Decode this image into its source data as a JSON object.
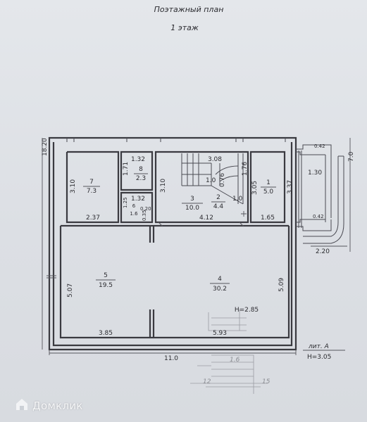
{
  "header": {
    "title": "Поэтажный план",
    "subtitle": "1 этаж"
  },
  "rooms": [
    {
      "number": "7",
      "area": "7.3"
    },
    {
      "number": "8",
      "area": "2.3"
    },
    {
      "number": "6",
      "area": "1.6"
    },
    {
      "number": "3",
      "area": "10.0"
    },
    {
      "number": "2",
      "area": "4.4"
    },
    {
      "number": "1",
      "area": "5.0"
    },
    {
      "number": "5",
      "area": "19.5"
    },
    {
      "number": "4",
      "area": "30.2"
    }
  ],
  "dimensions": {
    "overall_height": "18.20",
    "overall_width": "11.0",
    "right_total": "7.0",
    "porch_width": "2.20",
    "porch_step_1": "0.42",
    "porch_step_2": "0.42",
    "porch_depth": "1.30",
    "r7_height": "3.10",
    "r7_width": "2.37",
    "r8_width": "1.32",
    "r8_height": "1.71",
    "r6_width": "1.32",
    "r6_height": "1.25",
    "r6_small_1": "0.20",
    "r6_small_2": "0.35",
    "r3_height": "3.10",
    "r3_width": "4.12",
    "stair_width": "3.08",
    "stair_1": "1.0",
    "stair_2": "0.76",
    "stair_3": "1.76",
    "stair_4": "1.0",
    "r1_height_a": "3.05",
    "r1_height_b": "3.37",
    "r1_width": "1.65",
    "r5_height": "5.07",
    "r5_width": "3.85",
    "r4_height": "5.09",
    "r4_width": "5.93",
    "ceiling_height": "H=2.85"
  },
  "stamp": {
    "liter": "лит. А",
    "height": "H=3.05"
  },
  "faint_marks": [
    "1.6",
    "12",
    "15"
  ],
  "brand": {
    "name": "Домклик",
    "color": "#ffffff"
  }
}
